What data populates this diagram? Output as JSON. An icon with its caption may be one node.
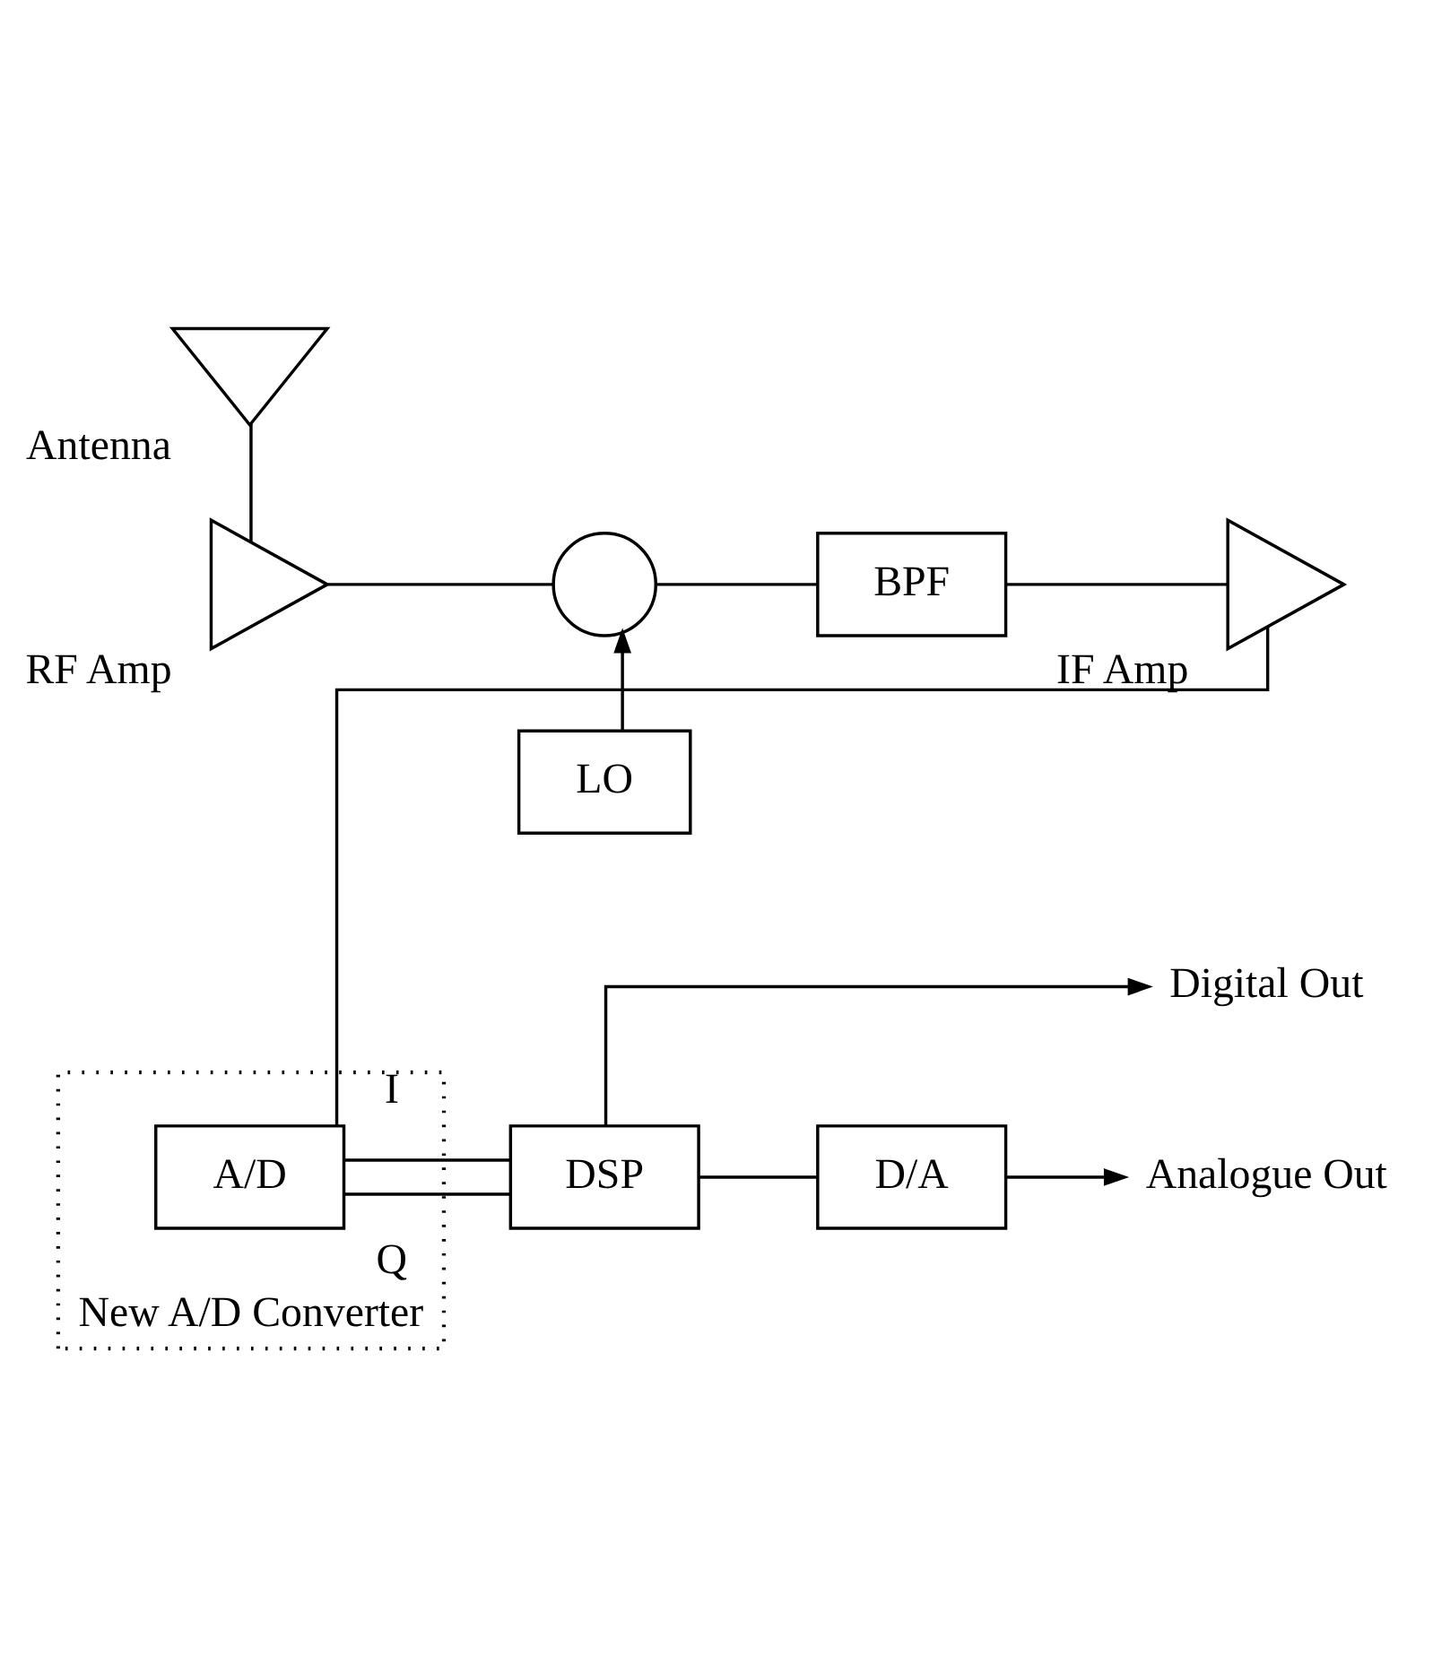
{
  "diagram": {
    "nodes": [
      {
        "text": [],
        "shape": "triangle",
        "beside": [
          "Antenna"
        ]
      },
      {
        "text": [
          "RF Amp"
        ]
      },
      {
        "text": [],
        "shape": "circle"
      },
      {
        "text": [
          "BPF"
        ]
      },
      {
        "text": [
          "IF Amp"
        ]
      },
      {
        "text": [
          "LO"
        ]
      },
      {
        "text": [
          "New A/D Converter"
        ]
      },
      {
        "text": [
          "A/D"
        ],
        "in": 6
      },
      {
        "text": [
          "DSP"
        ]
      },
      {
        "text": [
          "D/A"
        ]
      },
      {
        "text": [
          "Digital Out"
        ]
      },
      {
        "text": [
          "Analogue Out"
        ]
      }
    ],
    "edges": [
      {
        "from": 0,
        "to": 1,
        "arrow": "none"
      },
      {
        "from": 1,
        "to": 2,
        "arrow": "none"
      },
      {
        "from": 2,
        "to": 3,
        "arrow": "none"
      },
      {
        "from": 3,
        "to": 4,
        "arrow": "none"
      },
      {
        "from": 5,
        "to": 2,
        "arrow": "to"
      },
      {
        "from": 4,
        "to": 7,
        "arrow": "none"
      },
      {
        "from": 7,
        "to": 8,
        "label": "Q",
        "arrow": "none"
      },
      {
        "from": 7,
        "to": 8,
        "label": "I",
        "arrow": "none"
      },
      {
        "from": 8,
        "to": 10,
        "arrow": "to"
      },
      {
        "from": 8,
        "to": 9,
        "arrow": "none"
      },
      {
        "from": 9,
        "to": 11,
        "arrow": "to"
      }
    ]
  }
}
